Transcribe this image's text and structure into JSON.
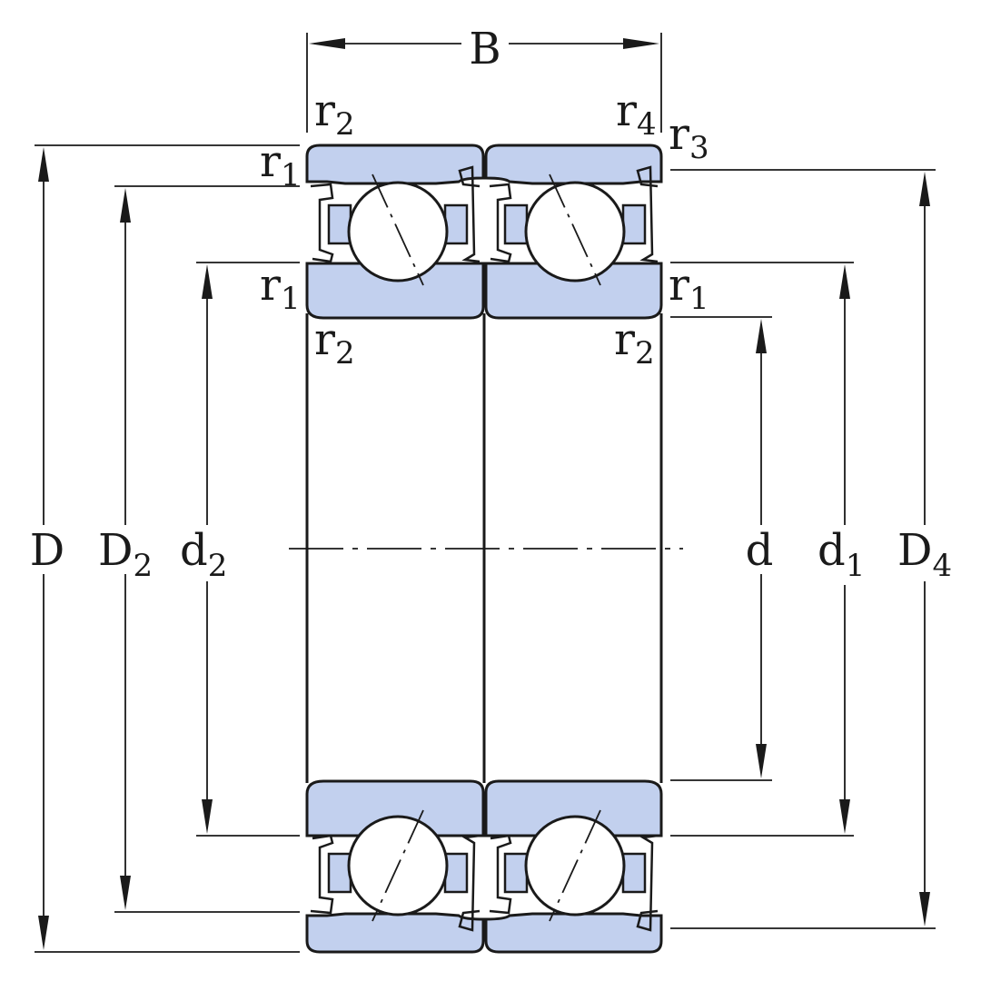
{
  "labels": {
    "B": "B",
    "r": "r",
    "D": "D",
    "d": "d",
    "sub_1": "1",
    "sub_2": "2",
    "sub_3": "3",
    "sub_4": "4"
  },
  "colors": {
    "ring_fill": "#c2d0ee",
    "line": "#1a1a1a",
    "background": "#ffffff"
  }
}
